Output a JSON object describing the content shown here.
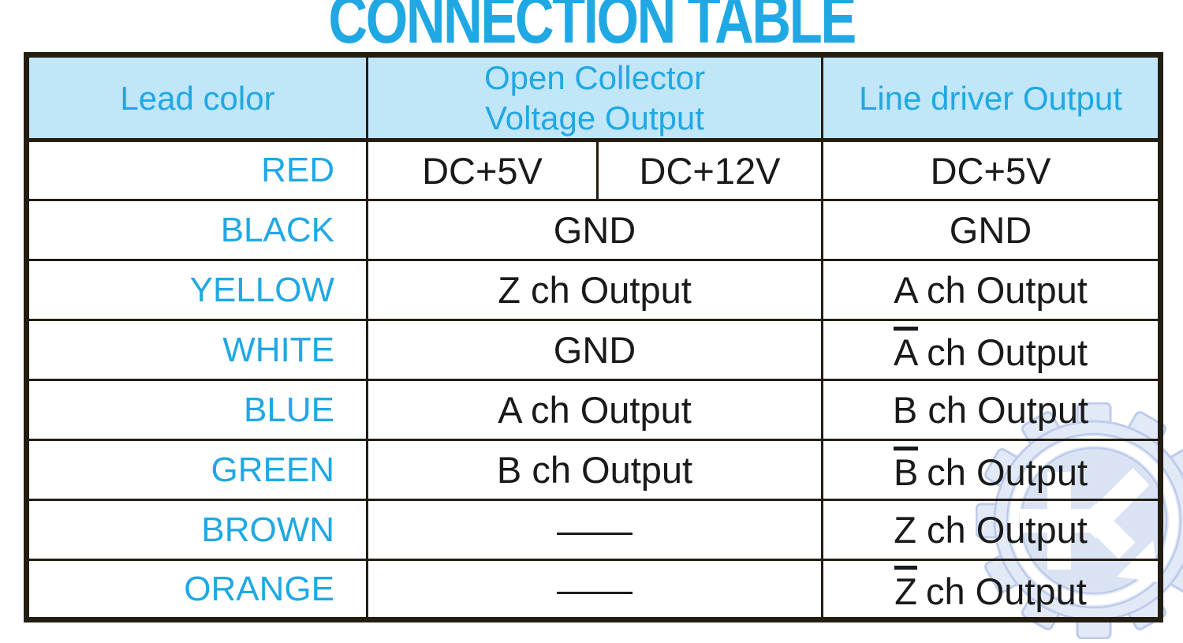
{
  "title": "CONNECTION TABLE",
  "colors": {
    "accent_cyan": "#1fa8e4",
    "header_bg": "#c0e6f8",
    "border": "#241d12",
    "text": "#1a1a1a",
    "watermark_fill": "#dfe8f7",
    "watermark_stroke": "#b7c6e9"
  },
  "header": {
    "lead": "Lead color",
    "open_collector_line1": "Open Collector",
    "open_collector_line2": "Voltage Output",
    "line_driver": "Line driver Output"
  },
  "rows": [
    {
      "lead": "RED",
      "oc_left": "DC+5V",
      "oc_right": "DC+12V",
      "ld_text": "DC+5V"
    },
    {
      "lead": "BLACK",
      "oc": "GND",
      "ld_text": "GND"
    },
    {
      "lead": "YELLOW",
      "oc": "Z ch Output",
      "ld_text": "A ch Output"
    },
    {
      "lead": "WHITE",
      "oc": "GND",
      "ld_bar": "A",
      "ld_rest": "ch Output"
    },
    {
      "lead": "BLUE",
      "oc": "A ch Output",
      "ld_text": "B ch Output"
    },
    {
      "lead": "GREEN",
      "oc": "B ch Output",
      "ld_bar": "B",
      "ld_rest": "ch Output"
    },
    {
      "lead": "BROWN",
      "oc_dash": true,
      "ld_text": "Z ch Output"
    },
    {
      "lead": "ORANGE",
      "oc_dash": true,
      "ld_bar": "Z",
      "ld_rest": "ch Output"
    }
  ],
  "watermark": {
    "name": "gear-arrow-logo"
  }
}
